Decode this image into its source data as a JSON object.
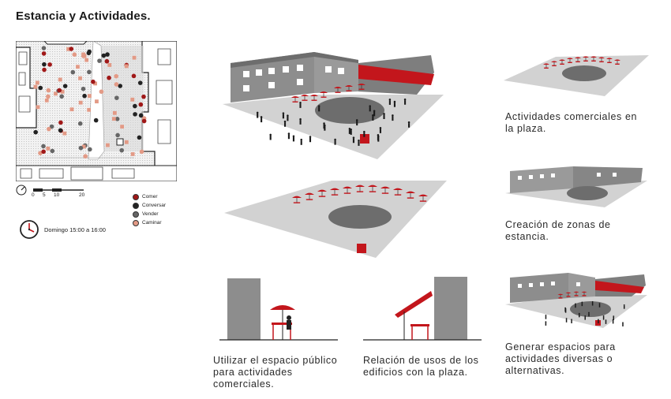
{
  "title": "Estancia y Actividades.",
  "scale": {
    "ticks": [
      "0",
      "5",
      "10",
      "20"
    ]
  },
  "legend": [
    {
      "label": "Comer",
      "color": "#a01818"
    },
    {
      "label": "Conversar",
      "color": "#222222"
    },
    {
      "label": "Vender",
      "color": "#666666"
    },
    {
      "label": "Caminar",
      "color": "#e39a86"
    }
  ],
  "schedule": "Domingo 15:00 a 16:00",
  "captions": {
    "right_top": "Actividades comerciales en la plaza.",
    "right_mid": "Creación de zonas de estancia.",
    "right_bottom": "Generar espacios para actividades diversas o alternativas.",
    "bottom_left": "Utilizar el espacio público para actividades comerciales.",
    "bottom_mid": "Relación de usos de los edificios con la plaza."
  },
  "colors": {
    "accent": "#c3161c",
    "building": "#8a8a8a",
    "ground": "#cfcfcf",
    "plaza_circle": "#6d6d6d"
  }
}
